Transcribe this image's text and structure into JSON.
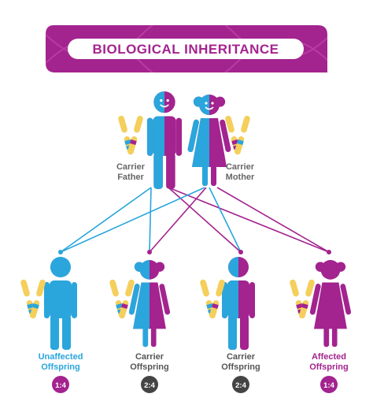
{
  "title": "BIOLOGICAL INHERITANCE",
  "colors": {
    "blue": "#2aa6dc",
    "purple": "#a3238f",
    "yellow": "#f4cf5c",
    "title_bg": "#a3238f",
    "dark_badge": "#444444",
    "text_gray": "#666666"
  },
  "parents": [
    {
      "line1": "Carrier",
      "line2": "Father"
    },
    {
      "line1": "Carrier",
      "line2": "Mother"
    }
  ],
  "offspring": [
    {
      "line1": "Unaffected",
      "line2": "Offspring",
      "ratio": "1:4",
      "label_color": "#2aa6dc",
      "badge_color": "#a3238f"
    },
    {
      "line1": "Carrier",
      "line2": "Offspring",
      "ratio": "2:4",
      "label_color": "#555555",
      "badge_color": "#444444"
    },
    {
      "line1": "Carrier",
      "line2": "Offspring",
      "ratio": "2:4",
      "label_color": "#555555",
      "badge_color": "#444444"
    },
    {
      "line1": "Affected",
      "line2": "Offspring",
      "ratio": "1:4",
      "label_color": "#a3238f",
      "badge_color": "#a3238f"
    }
  ]
}
